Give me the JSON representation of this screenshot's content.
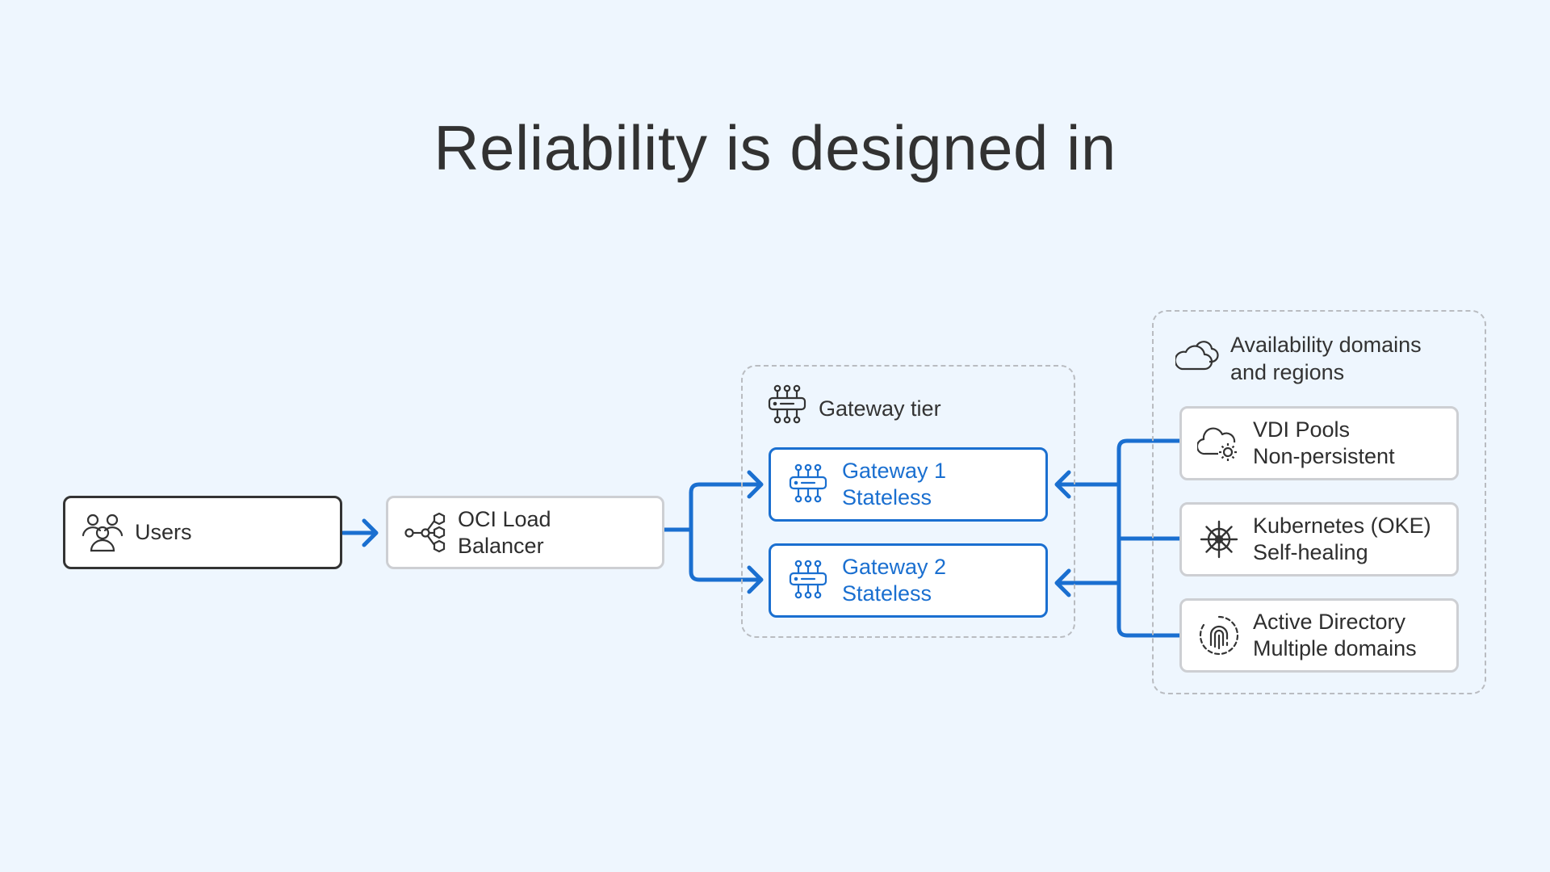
{
  "title": "Reliability is designed in",
  "colors": {
    "background": "#eef6fe",
    "accent_blue": "#1a6fd0",
    "dark_border": "#333333",
    "light_border": "#cdcfd3",
    "dashed_group": "#b9bcc1"
  },
  "nodes": {
    "users": {
      "label": "Users",
      "icon": "users-icon"
    },
    "load_balancer": {
      "line1": "OCI Load",
      "line2": "Balancer",
      "icon": "load-balancer-icon"
    },
    "gateway1": {
      "line1": "Gateway 1",
      "line2": "Stateless",
      "icon": "gateway-icon"
    },
    "gateway2": {
      "line1": "Gateway 2",
      "line2": "Stateless",
      "icon": "gateway-icon"
    },
    "vdi": {
      "line1": "VDI Pools",
      "line2": "Non-persistent",
      "icon": "cloud-gear-icon"
    },
    "kubernetes": {
      "line1": "Kubernetes (OKE)",
      "line2": "Self-healing",
      "icon": "helm-wheel-icon"
    },
    "active_directory": {
      "line1": "Active Directory",
      "line2": "Multiple domains",
      "icon": "fingerprint-icon"
    }
  },
  "groups": {
    "gateway_tier": {
      "label": "Gateway tier",
      "icon": "gateway-icon"
    },
    "availability": {
      "line1": "Availability domains",
      "line2": "and regions",
      "icon": "clouds-icon"
    }
  }
}
